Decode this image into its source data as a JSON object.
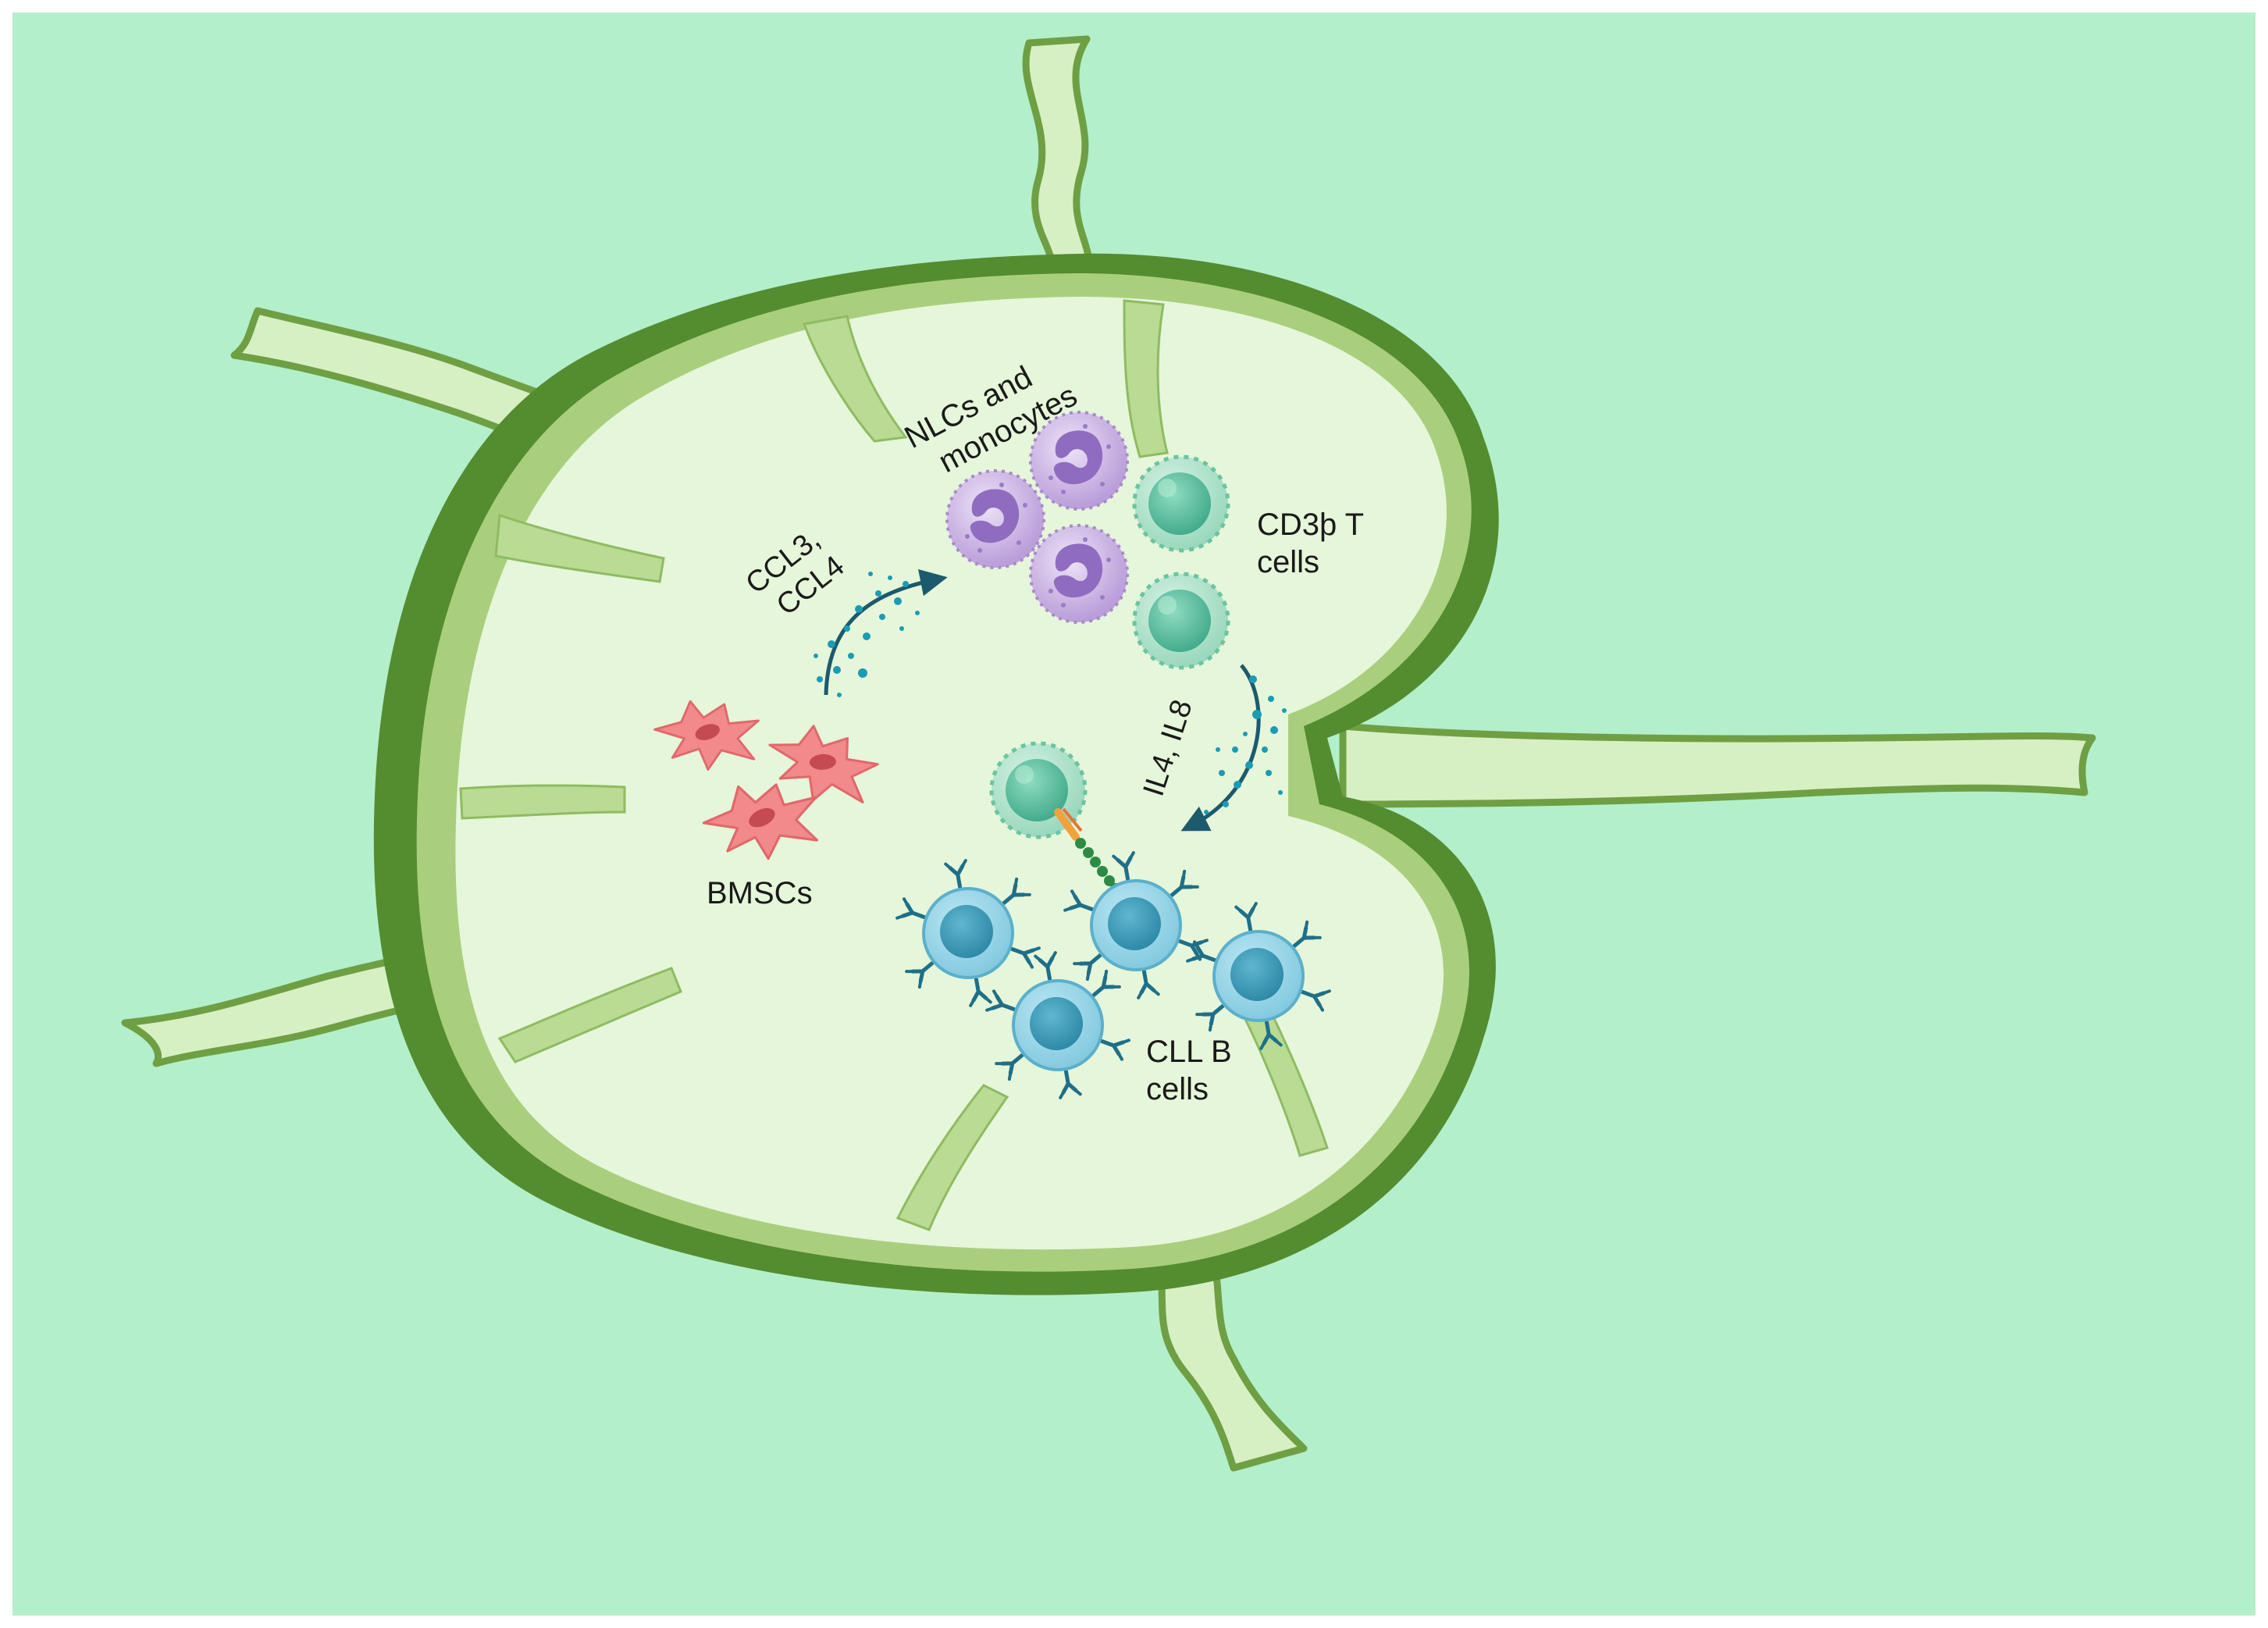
{
  "labels": {
    "nlc_line1": "NLCs and",
    "nlc_line2": "monocytes",
    "cd3_line1": "CD3þ T",
    "cd3_line2": "cells",
    "ccl_line1": "CCL3,",
    "ccl_line2": "CCL4",
    "il_label": "IL4, IL8",
    "bmsc_label": "BMSCs",
    "cll_line1": "CLL B",
    "cll_line2": "cells"
  },
  "colors": {
    "background": "#b3efcb",
    "node_fill": "#e6f6da",
    "capsule_dark": "#548c30",
    "capsule_light": "#a9cf7e",
    "monocyte": "#c7b2e2",
    "t_cell": "#85d3b0",
    "b_cell": "#7ec9e0",
    "bmsc": "#f07f7f",
    "cytokine": "#1b9cb4",
    "arrow": "#1c5a6e"
  },
  "icons": {
    "monocyte": "monocyte-cell-icon",
    "t_cell": "t-cell-icon",
    "b_cell": "b-cell-icon",
    "antibody": "antibody-icon",
    "bmsc": "stromal-cell-icon",
    "synapse": "receptor-binding-icon"
  }
}
